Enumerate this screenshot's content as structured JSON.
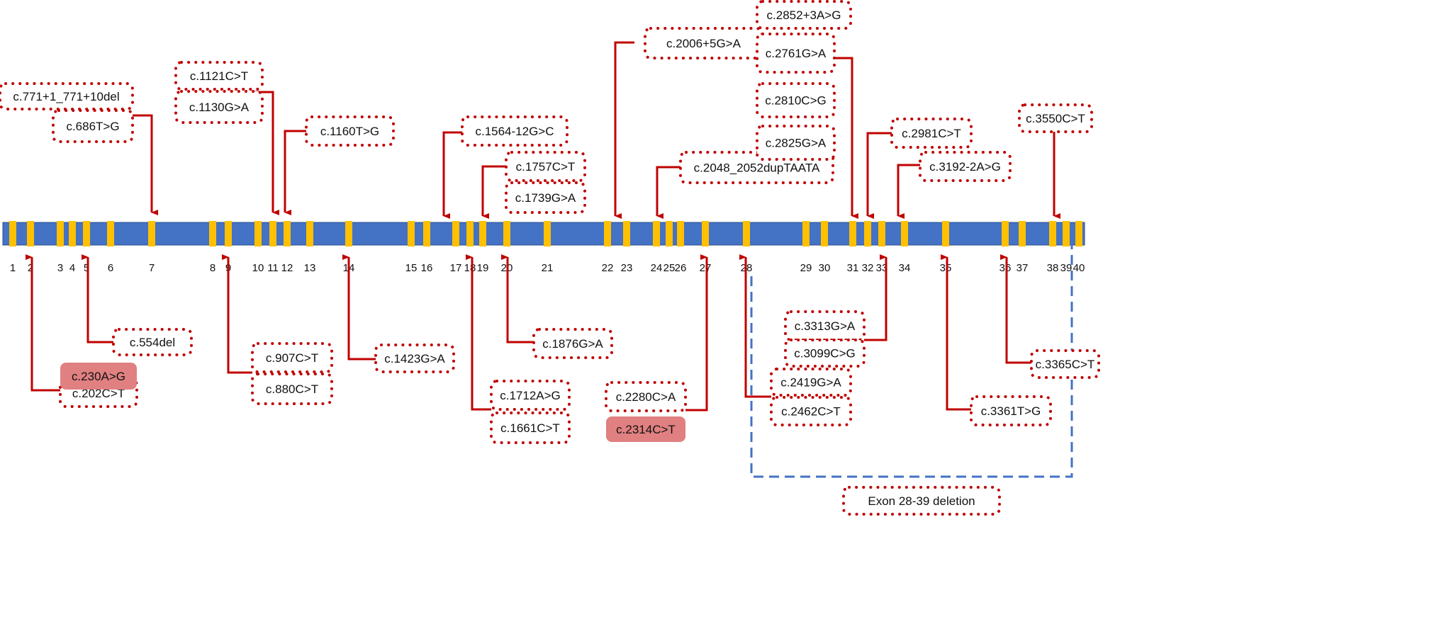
{
  "colors": {
    "gene_bar": "#4472C4",
    "exon": "#FFC000",
    "arrow": "#C00000",
    "box_border": "#C00000",
    "highlight_fill": "#E08080",
    "deletion_line": "#4472C4"
  },
  "exons": [
    "1",
    "2",
    "3",
    "4",
    "5",
    "6",
    "7",
    "8",
    "9",
    "10",
    "11",
    "12",
    "13",
    "14",
    "15",
    "16",
    "17",
    "18",
    "19",
    "20",
    "21",
    "22",
    "23",
    "24",
    "25",
    "26",
    "27",
    "28",
    "29",
    "30",
    "31",
    "32",
    "33",
    "34",
    "35",
    "36",
    "37",
    "38",
    "39",
    "40"
  ],
  "variants_above": [
    {
      "label": "c.771+1_771+10del",
      "exon": "7"
    },
    {
      "label": "c.686T>G",
      "exon": "7"
    },
    {
      "label": "c.1121C>T",
      "exon": "11"
    },
    {
      "label": "c.1130G>A",
      "exon": "11"
    },
    {
      "label": "c.1160T>G",
      "exon": "12"
    },
    {
      "label": "c.1564-12G>C",
      "exon": "16-17"
    },
    {
      "label": "c.1757C>T",
      "exon": "19"
    },
    {
      "label": "c.1739G>A",
      "exon": "19"
    },
    {
      "label": "c.2006+5G>A",
      "exon": "22"
    },
    {
      "label": "c.2048_2052dupTAATA",
      "exon": "24"
    },
    {
      "label": "c.2852+3A>G",
      "exon": "31"
    },
    {
      "label": "c.2761G>A",
      "exon": "31"
    },
    {
      "label": "c.2810C>G",
      "exon": "31"
    },
    {
      "label": "c.2825G>A",
      "exon": "31"
    },
    {
      "label": "c.2981C>T",
      "exon": "32"
    },
    {
      "label": "c.3192-2A>G",
      "exon": "34"
    },
    {
      "label": "c.3550C>T",
      "exon": "38"
    }
  ],
  "variants_below": [
    {
      "label": "c.554del",
      "exon": "5"
    },
    {
      "label": "c.230A>G",
      "exon": "2",
      "highlighted": true
    },
    {
      "label": "c.202C>T",
      "exon": "2"
    },
    {
      "label": "c.907C>T",
      "exon": "9"
    },
    {
      "label": "c.880C>T",
      "exon": "9"
    },
    {
      "label": "c.1423G>A",
      "exon": "14"
    },
    {
      "label": "c.1876G>A",
      "exon": "20"
    },
    {
      "label": "c.1712A>G",
      "exon": "18"
    },
    {
      "label": "c.1661C>T",
      "exon": "18"
    },
    {
      "label": "c.2280C>A",
      "exon": "27"
    },
    {
      "label": "c.2314C>T",
      "exon": "27",
      "highlighted": true
    },
    {
      "label": "c.3313G>A",
      "exon": "33"
    },
    {
      "label": "c.3099C>G",
      "exon": "33"
    },
    {
      "label": "c.2419G>A",
      "exon": "28"
    },
    {
      "label": "c.2462C>T",
      "exon": "28"
    },
    {
      "label": "c.3361T>G",
      "exon": "35"
    },
    {
      "label": "c.3365C>T",
      "exon": "36"
    }
  ],
  "deletion": {
    "label": "Exon 28-39 deletion",
    "range": "28-39"
  }
}
